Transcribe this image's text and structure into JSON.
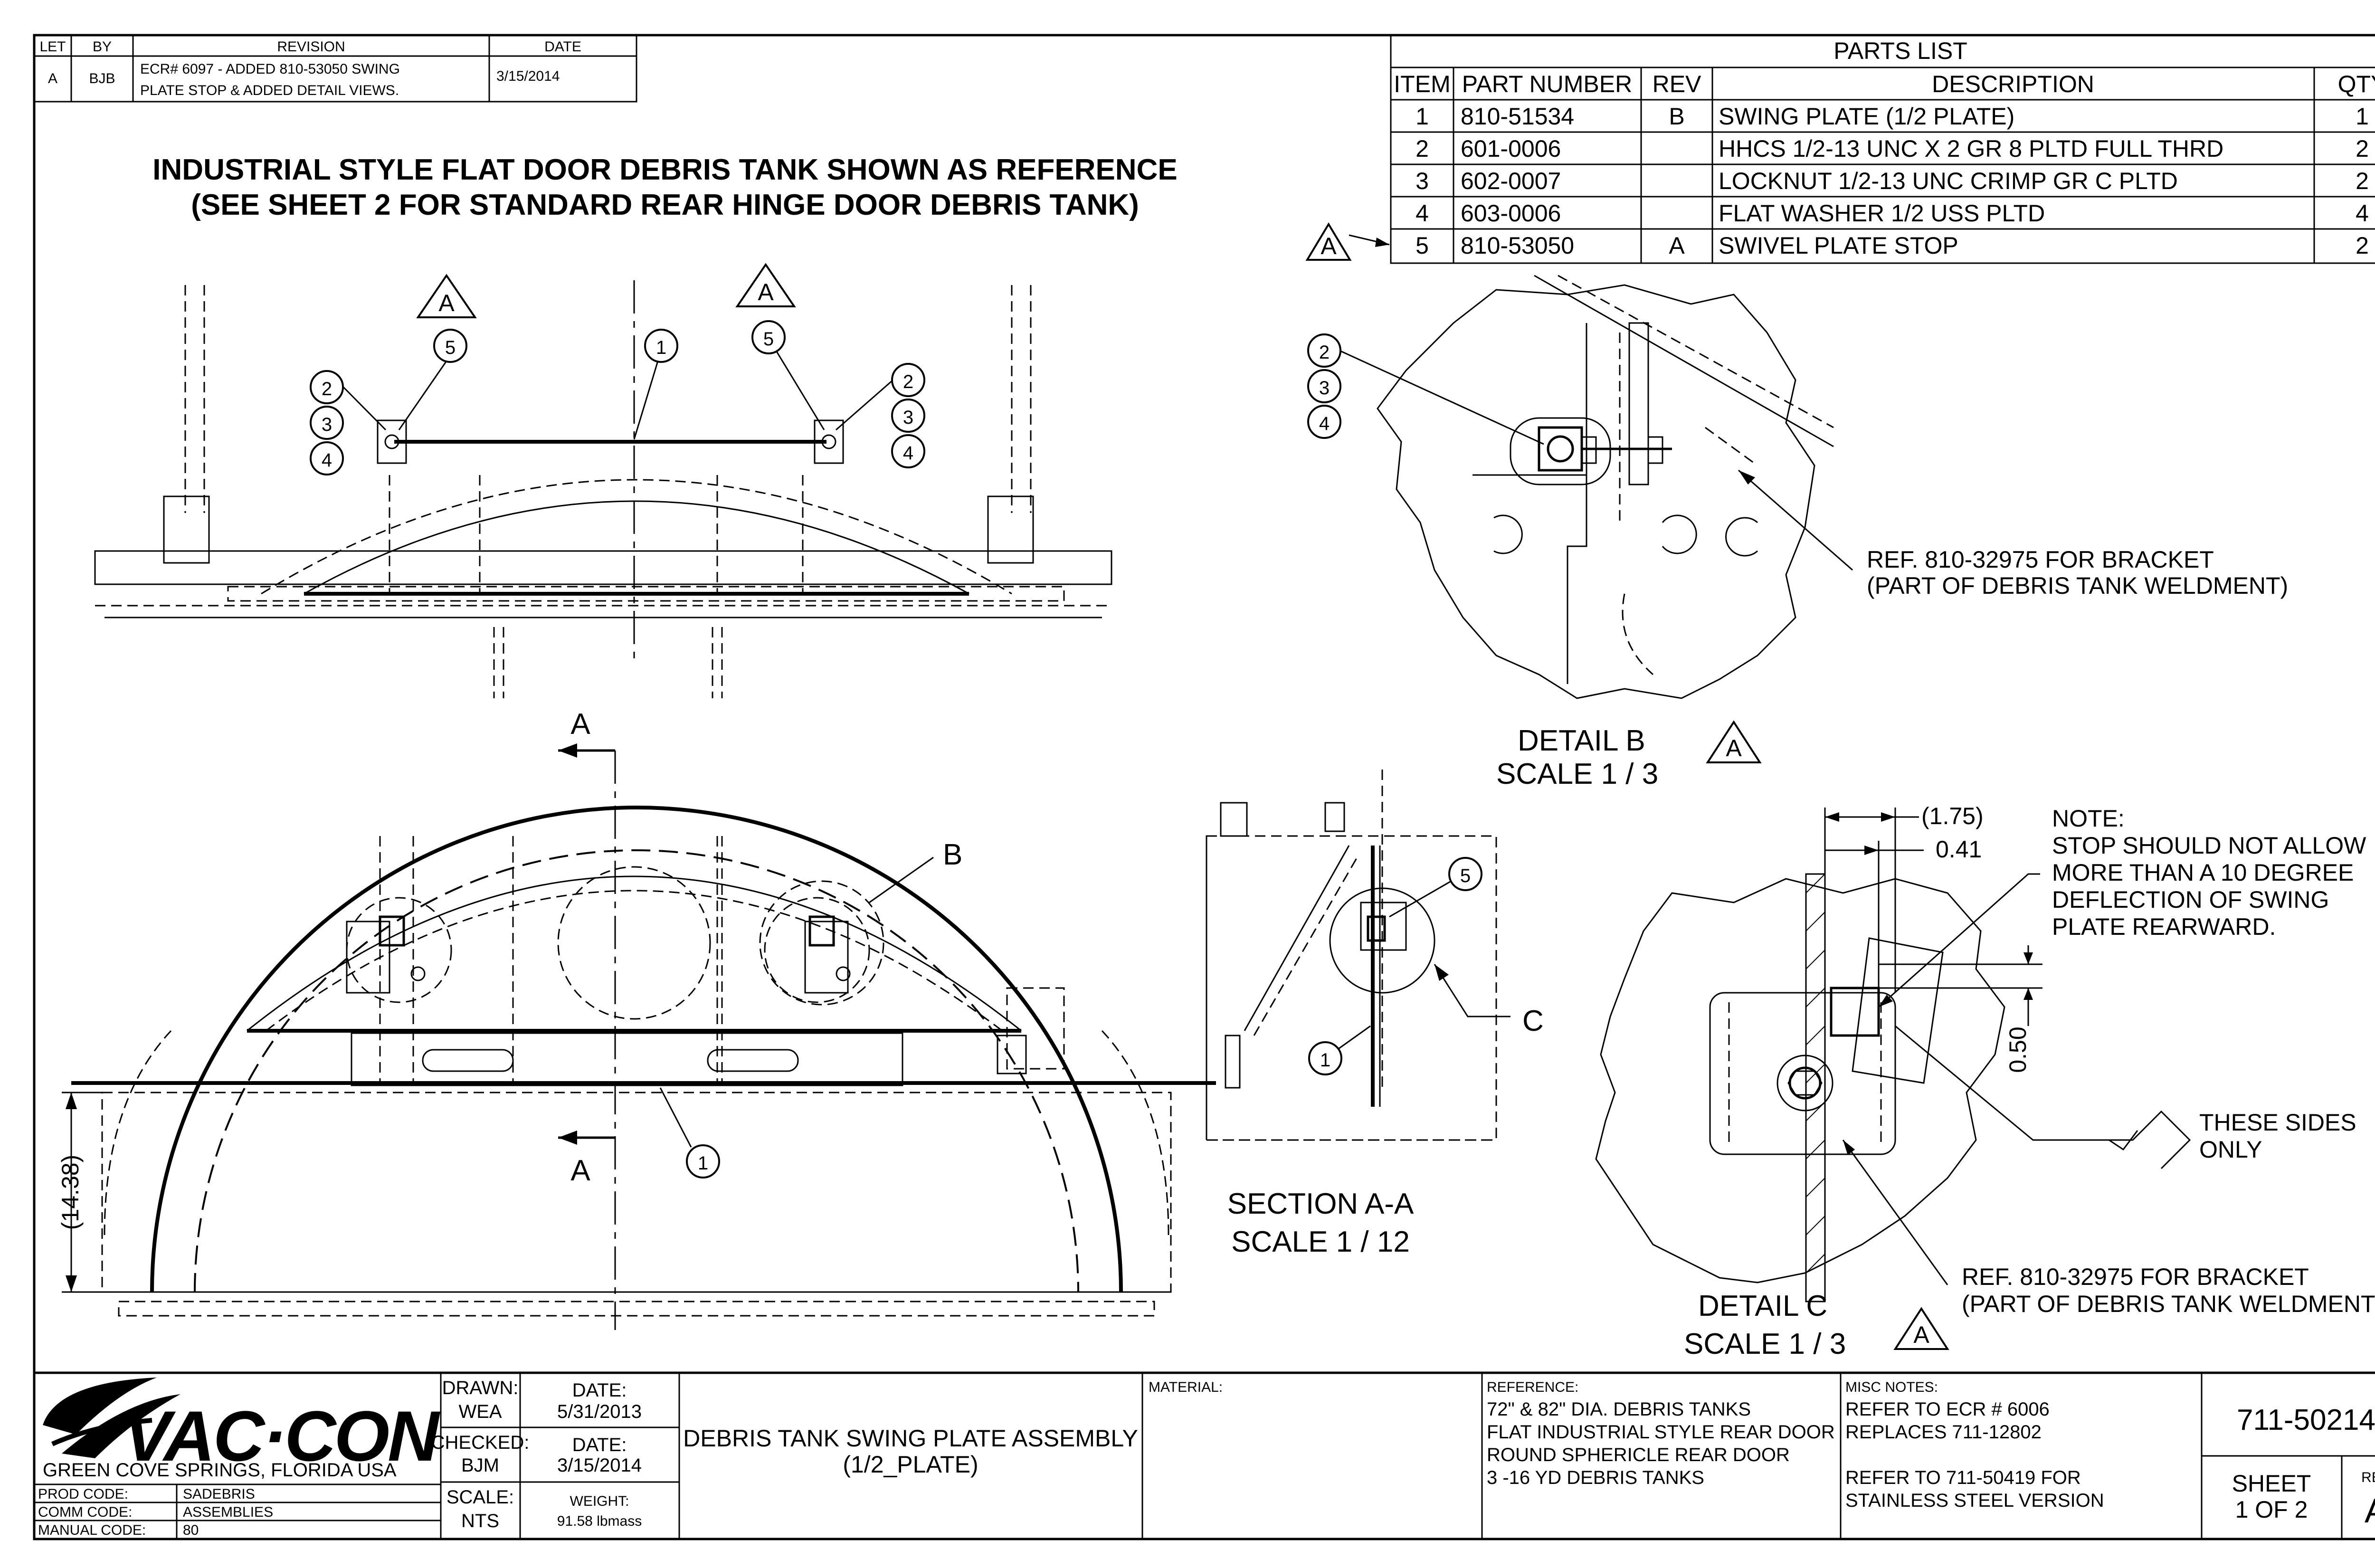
{
  "revision_block": {
    "headers": [
      "LET",
      "BY",
      "REVISION",
      "DATE"
    ],
    "rows": [
      {
        "let": "A",
        "by": "BJB",
        "revision_line1": "ECR# 6097 - ADDED 810-53050 SWING",
        "revision_line2": "PLATE STOP & ADDED DETAIL VIEWS.",
        "date": "3/15/2014"
      }
    ]
  },
  "parts_list": {
    "title": "PARTS LIST",
    "headers": [
      "ITEM",
      "PART NUMBER",
      "REV",
      "DESCRIPTION",
      "QTY"
    ],
    "rows": [
      {
        "item": "1",
        "part": "810-51534",
        "rev": "B",
        "desc": "SWING PLATE (1/2 PLATE)",
        "qty": "1"
      },
      {
        "item": "2",
        "part": "601-0006",
        "rev": "",
        "desc": "HHCS 1/2-13 UNC X 2 GR 8 PLTD FULL THRD",
        "qty": "2"
      },
      {
        "item": "3",
        "part": "602-0007",
        "rev": "",
        "desc": "LOCKNUT 1/2-13 UNC CRIMP GR C PLTD",
        "qty": "2"
      },
      {
        "item": "4",
        "part": "603-0006",
        "rev": "",
        "desc": "FLAT WASHER 1/2 USS PLTD",
        "qty": "4"
      },
      {
        "item": "5",
        "part": "810-53050",
        "rev": "A",
        "desc": "SWIVEL PLATE STOP",
        "qty": "2"
      }
    ],
    "rev_flag": "A"
  },
  "notes": {
    "title_line1": "INDUSTRIAL STYLE FLAT DOOR DEBRIS TANK SHOWN AS REFERENCE",
    "title_line2": "(SEE SHEET 2 FOR STANDARD REAR HINGE DOOR DEBRIS TANK)"
  },
  "top_view": {
    "flag_left": "A",
    "flag_right": "A",
    "balloons": [
      "5",
      "1",
      "5",
      "2",
      "3",
      "4",
      "2",
      "3",
      "4"
    ]
  },
  "front_view": {
    "section_label_top": "A",
    "section_label_bottom": "A",
    "detail_b_label": "B",
    "balloon_1": "1",
    "dim_height": "(14.38)"
  },
  "detail_b": {
    "balloons": [
      "2",
      "3",
      "4"
    ],
    "ref_line1": "REF. 810-32975 FOR BRACKET",
    "ref_line2": "(PART OF DEBRIS TANK WELDMENT)",
    "title": "DETAIL  B",
    "scale": "SCALE 1 / 3",
    "flag": "A"
  },
  "section_aa": {
    "balloon_5": "5",
    "balloon_1": "1",
    "detail_c_label": "C",
    "title": "SECTION A-A",
    "scale": "SCALE 1 / 12"
  },
  "detail_c": {
    "dim_175": "(1.75)",
    "dim_041": "0.41",
    "dim_050": "0.50",
    "note_line1": "NOTE:",
    "note_line2": "STOP SHOULD NOT ALLOW",
    "note_line3": "MORE THAN A 10 DEGREE",
    "note_line4": "DEFLECTION OF SWING",
    "note_line5": "PLATE REARWARD.",
    "sides_line1": "THESE SIDES",
    "sides_line2": "ONLY",
    "ref_line1": "REF. 810-32975 FOR BRACKET",
    "ref_line2": "(PART OF DEBRIS TANK WELDMENT)",
    "title": "DETAIL  C",
    "scale": "SCALE 1 / 3",
    "flag": "A"
  },
  "title_block": {
    "company": "VAC·CON",
    "location": "GREEN COVE SPRINGS, FLORIDA USA",
    "prod_code_label": "PROD CODE:",
    "prod_code": "SADEBRIS",
    "comm_code_label": "COMM CODE:",
    "comm_code": "ASSEMBLIES",
    "manual_code_label": "MANUAL CODE:",
    "manual_code": "80",
    "drawn_label": "DRAWN:",
    "drawn_by": "WEA",
    "drawn_date_label": "DATE:",
    "drawn_date": "5/31/2013",
    "checked_label": "CHECKED:",
    "checked_by": "BJM",
    "checked_date_label": "DATE:",
    "checked_date": "3/15/2014",
    "scale_label": "SCALE:",
    "scale": "NTS",
    "weight_label": "WEIGHT:",
    "weight": "91.58 lbmass",
    "desc_line1": "DEBRIS TANK SWING PLATE ASSEMBLY",
    "desc_line2": "(1/2_PLATE)",
    "material_label": "MATERIAL:",
    "reference_label": "REFERENCE:",
    "ref_line1": "72\" & 82\" DIA. DEBRIS TANKS",
    "ref_line2": "FLAT INDUSTRIAL STYLE REAR DOOR",
    "ref_line3": "ROUND SPHERICLE REAR DOOR",
    "ref_line4": "3 -16 YD DEBRIS TANKS",
    "misc_label": "MISC NOTES:",
    "misc_line1": "REFER TO ECR # 6006",
    "misc_line2": "REPLACES 711-12802",
    "misc_line3": "REFER TO 711-50419 FOR",
    "misc_line4": "STAINLESS STEEL VERSION",
    "drawing_number": "711-50214",
    "sheet_label": "SHEET",
    "sheet_value": "1  OF 2",
    "rev_label": "REV",
    "rev_value": "A"
  }
}
